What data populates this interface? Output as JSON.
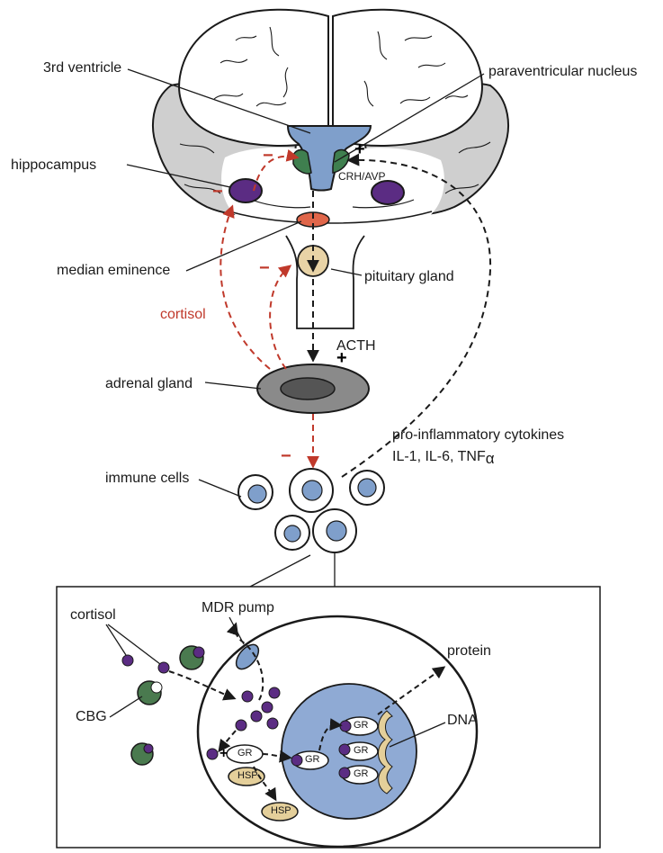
{
  "labels": {
    "third_ventricle": "3rd ventricle",
    "paraventricular_nucleus": "paraventricular nucleus",
    "hippocampus": "hippocampus",
    "crh_avp": "CRH/AVP",
    "median_eminence": "median eminence",
    "pituitary_gland": "pituitary gland",
    "cortisol_red": "cortisol",
    "acth": "ACTH",
    "adrenal_gland": "adrenal gland",
    "cytokines_line1": "pro-inflammatory cytokines",
    "cytokines_line2": "IL-1, IL-6, TNF",
    "tnf_alpha": "α",
    "immune_cells": "immune cells",
    "cortisol_black": "cortisol",
    "mdr_pump": "MDR pump",
    "protein": "protein",
    "cbg": "CBG",
    "dna": "DNA",
    "gr": "GR",
    "hsp": "HSP"
  },
  "signs": {
    "minus": "−",
    "plus": "+"
  },
  "colors": {
    "red_arrow": "#c0392b",
    "ventricle_blue": "#7f9fcb",
    "pvn_green": "#3f7f4f",
    "hippocampus_purple": "#5b2c83",
    "median_eminence_orange": "#e0664a",
    "pituitary_tan": "#e8d3a6",
    "adrenal_gray": "#8a8a8a",
    "nucleus_blue": "#8faad4",
    "cbg_green": "#4a7a4f",
    "dna_tan": "#e4cf9a"
  }
}
